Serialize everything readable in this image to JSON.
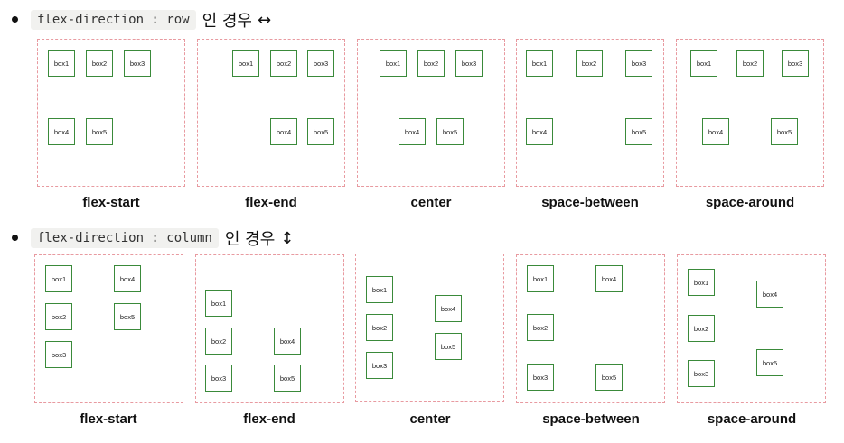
{
  "row_section": {
    "code": "flex-direction : row",
    "suffix": "인 경우",
    "arrow": "↔",
    "panels": [
      {
        "label": "flex-start",
        "boxes": [
          "box1",
          "box2",
          "box3",
          "box4",
          "box5"
        ]
      },
      {
        "label": "flex-end",
        "boxes": [
          "box1",
          "box2",
          "box3",
          "box4",
          "box5"
        ]
      },
      {
        "label": "center",
        "boxes": [
          "box1",
          "box2",
          "box3",
          "box4",
          "box5"
        ]
      },
      {
        "label": "space-between",
        "boxes": [
          "box1",
          "box2",
          "box3",
          "box4",
          "box5"
        ]
      },
      {
        "label": "space-around",
        "boxes": [
          "box1",
          "box2",
          "box3",
          "box4",
          "box5"
        ]
      }
    ]
  },
  "column_section": {
    "code": "flex-direction : column",
    "suffix": "인 경우",
    "arrow": "↕",
    "panels": [
      {
        "label": "flex-start",
        "boxes": [
          "box1",
          "box2",
          "box3",
          "box4",
          "box5"
        ]
      },
      {
        "label": "flex-end",
        "boxes": [
          "box1",
          "box2",
          "box3",
          "box4",
          "box5"
        ]
      },
      {
        "label": "center",
        "boxes": [
          "box1",
          "box2",
          "box3",
          "box4",
          "box5"
        ]
      },
      {
        "label": "space-between",
        "boxes": [
          "box1",
          "box2",
          "box3",
          "box4",
          "box5"
        ]
      },
      {
        "label": "space-around",
        "boxes": [
          "box1",
          "box2",
          "box3",
          "box4",
          "box5"
        ]
      }
    ]
  }
}
